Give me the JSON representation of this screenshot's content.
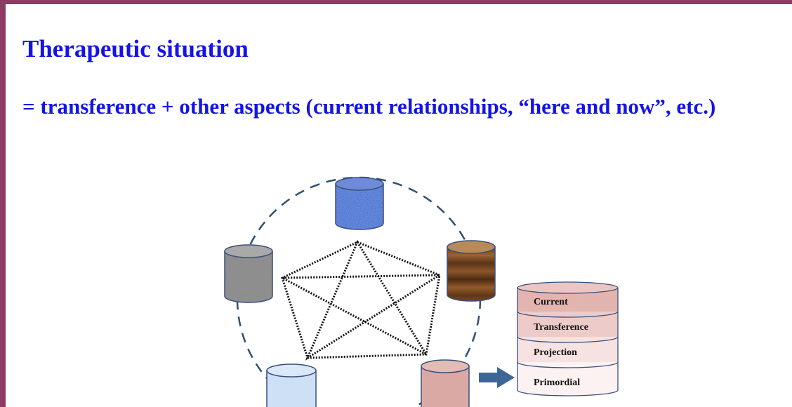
{
  "slide": {
    "title": "Therapeutic situation",
    "subtitle": "= transference + other aspects (current relationships, “here and now”, etc.)"
  },
  "diagram": {
    "stack_layers": [
      "Current",
      "Transference",
      "Projection",
      "Primordial"
    ],
    "colors": {
      "frame": "#8e3a62",
      "text": "#1414e6",
      "dashed_circle": "#2f4f70",
      "arrow": "#3d6696"
    }
  }
}
